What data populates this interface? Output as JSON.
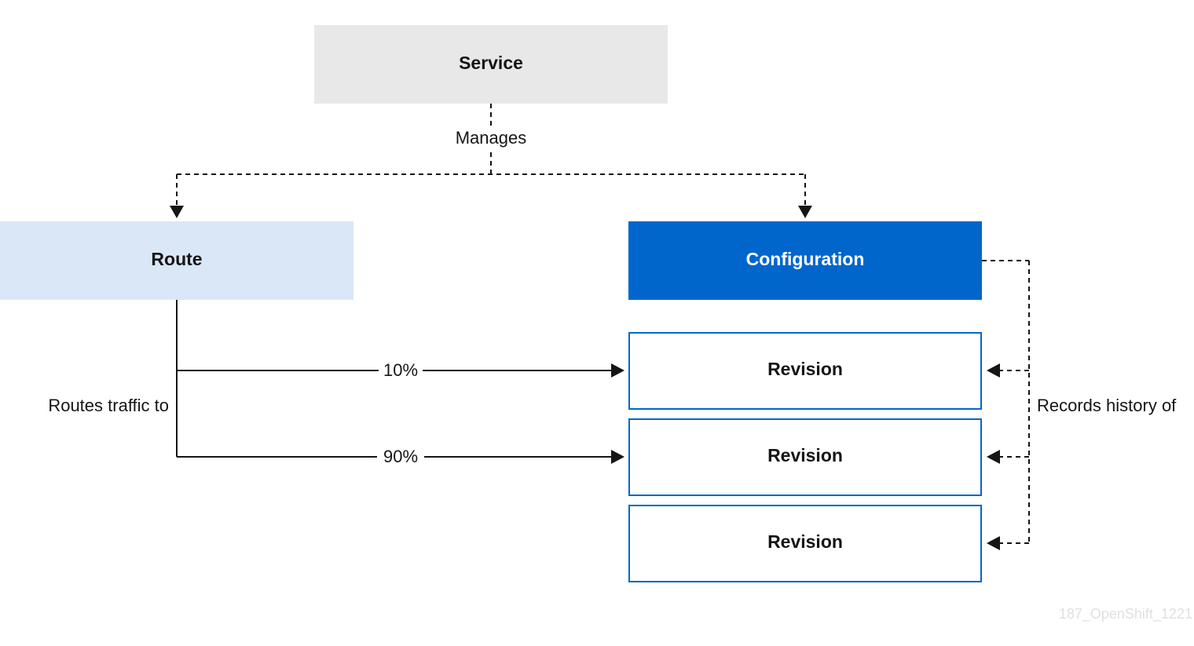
{
  "nodes": {
    "service": {
      "label": "Service"
    },
    "route": {
      "label": "Route"
    },
    "configuration": {
      "label": "Configuration"
    },
    "revisions": [
      {
        "label": "Revision"
      },
      {
        "label": "Revision"
      },
      {
        "label": "Revision"
      }
    ]
  },
  "edges": {
    "manages": "Manages",
    "routes_traffic_to": "Routes traffic to",
    "records_history_of": "Records history of",
    "traffic_split": [
      "10%",
      "90%"
    ]
  },
  "watermark": "187_OpenShift_1221",
  "colors": {
    "service_fill": "#e8e8e8",
    "route_fill": "#dae7f6",
    "configuration_fill": "#0066cc",
    "configuration_text": "#ffffff",
    "revision_border": "#0066cc",
    "text": "#151515",
    "line": "#151515"
  }
}
